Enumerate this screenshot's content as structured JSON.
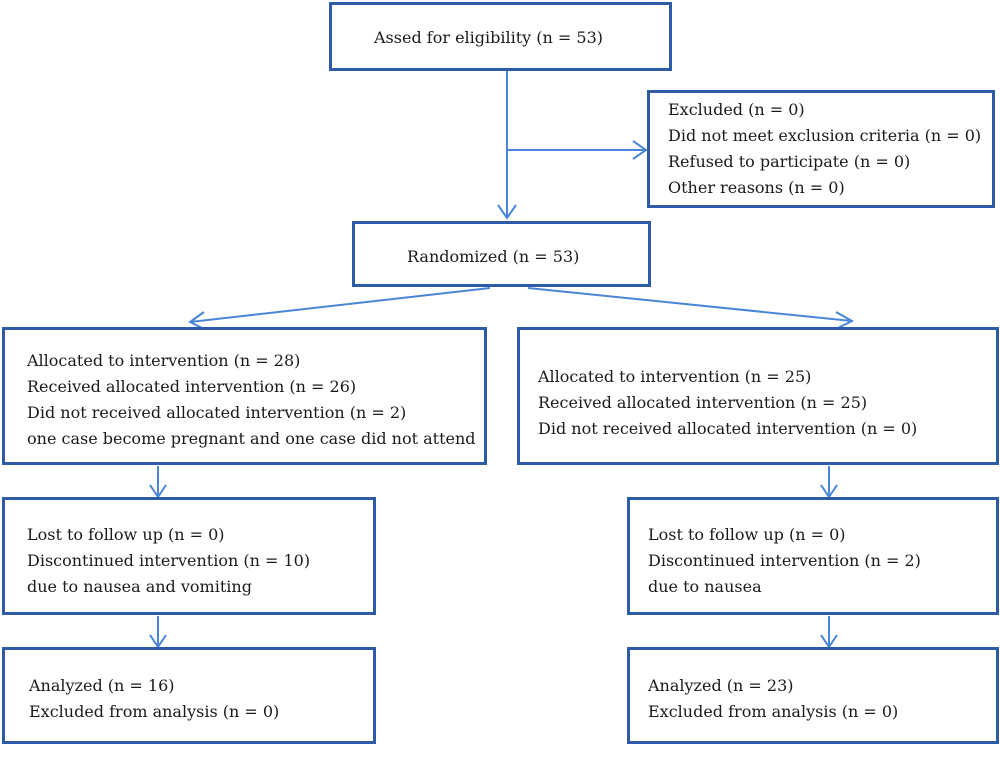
{
  "eligibility": {
    "text": "Assed for eligibility (n = 53)"
  },
  "excluded": {
    "lines": [
      "Excluded (n = 0)",
      "Did not meet exclusion criteria (n = 0)",
      "Refused to participate (n = 0)",
      "Other reasons (n = 0)"
    ]
  },
  "randomized": {
    "text": "Randomized (n = 53)"
  },
  "left_allocation": {
    "lines": [
      "Allocated to intervention (n = 28)",
      "Received allocated intervention (n = 26)",
      "Did not received allocated intervention (n = 2)",
      "one case become pregnant and one case did not attend"
    ]
  },
  "right_allocation": {
    "lines": [
      "Allocated to intervention (n = 25)",
      "Received  allocated intervention (n = 25)",
      "Did not received allocated intervention (n = 0)"
    ]
  },
  "left_followup": {
    "lines": [
      "Lost to follow up (n = 0)",
      "Discontinued intervention (n = 10)",
      " due to nausea and vomiting"
    ]
  },
  "right_followup": {
    "lines": [
      "Lost to follow up (n = 0)",
      "Discontinued intervention (n = 2)",
      "due to nausea"
    ]
  },
  "left_analysis": {
    "lines": [
      "Analyzed (n = 16)",
      "Excluded from analysis (n = 0)"
    ]
  },
  "right_analysis": {
    "lines": [
      "Analyzed (n = 23)",
      "Excluded from analysis (n = 0)"
    ]
  },
  "colors": {
    "border": "#2e5ba8",
    "arrow": "#4a86d8"
  }
}
